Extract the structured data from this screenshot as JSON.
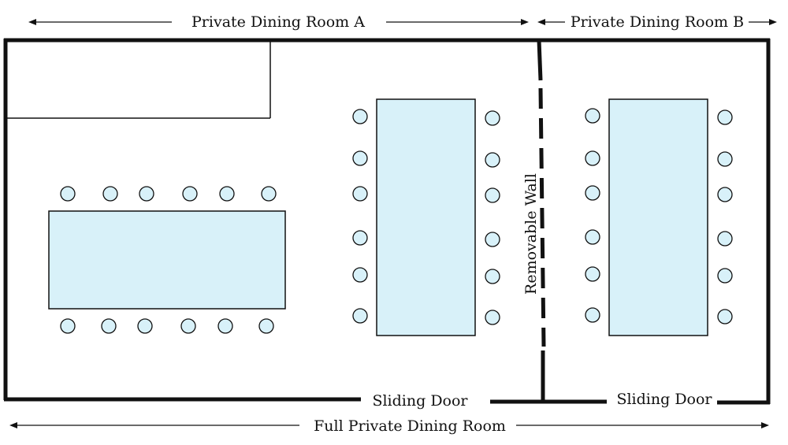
{
  "labels": {
    "room_a": "Private Dining Room A",
    "room_b": "Private Dining Room B",
    "full_room": "Full Private Dining Room",
    "sliding_door_left": "Sliding Door",
    "sliding_door_right": "Sliding Door",
    "removable_wall": "Removable Wall"
  },
  "colors": {
    "table_fill": "#d8f1f9",
    "chair_fill": "#d8f1f9",
    "line": "#111111"
  },
  "tables": [
    {
      "id": "table-room-a-horizontal",
      "chairs": 12
    },
    {
      "id": "table-room-a-vertical",
      "chairs": 12
    },
    {
      "id": "table-room-b-vertical",
      "chairs": 12
    }
  ]
}
